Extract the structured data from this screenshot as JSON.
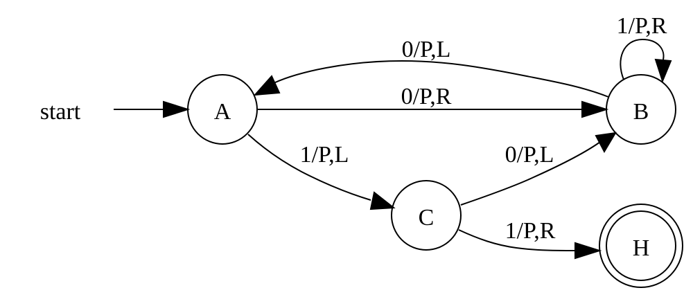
{
  "diagram": {
    "start_label": "start",
    "nodes": {
      "A": {
        "label": "A",
        "accepting": false
      },
      "B": {
        "label": "B",
        "accepting": false
      },
      "C": {
        "label": "C",
        "accepting": false
      },
      "H": {
        "label": "H",
        "accepting": true
      }
    },
    "edges": {
      "b_to_a": {
        "from": "B",
        "to": "A",
        "label": "0/P,L"
      },
      "a_to_b": {
        "from": "A",
        "to": "B",
        "label": "0/P,R"
      },
      "b_loop": {
        "from": "B",
        "to": "B",
        "label": "1/P,R"
      },
      "a_to_c": {
        "from": "A",
        "to": "C",
        "label": "1/P,L"
      },
      "c_to_b": {
        "from": "C",
        "to": "B",
        "label": "0/P,L"
      },
      "c_to_h": {
        "from": "C",
        "to": "H",
        "label": "1/P,R"
      }
    }
  }
}
